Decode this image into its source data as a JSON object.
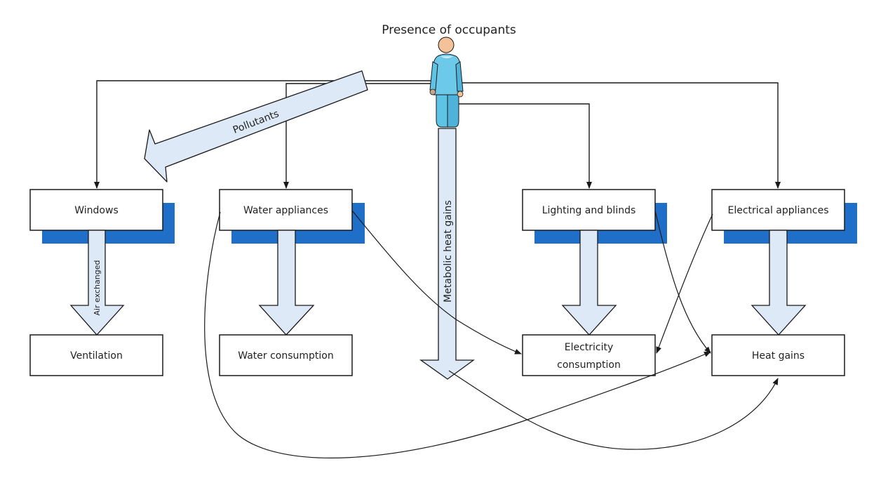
{
  "title": "Presence of occupants",
  "colors": {
    "shadow": "#1f6fc8",
    "arrow_fill": "#dde9f6",
    "stroke": "#1a1a1a",
    "person_body": "#5ec4e6",
    "person_head": "#f4c29a"
  },
  "nodes": {
    "windows": "Windows",
    "water_appliances": "Water appliances",
    "lighting_blinds": "Lighting and blinds",
    "electrical_appliances": "Electrical appliances",
    "ventilation": "Ventilation",
    "water_consumption": "Water consumption",
    "electricity_consumption_line1": "Electricity",
    "electricity_consumption_line2": "consumption",
    "heat_gains": "Heat gains"
  },
  "flows": {
    "pollutants": "Pollutants",
    "metabolic_heat_gains": "Metabolic heat gains",
    "air_exchanged": "Air exchanged"
  },
  "edges": [
    {
      "from": "Presence of occupants",
      "to": "Windows"
    },
    {
      "from": "Presence of occupants",
      "to": "Water appliances"
    },
    {
      "from": "Presence of occupants",
      "to": "Lighting and blinds"
    },
    {
      "from": "Presence of occupants",
      "to": "Electrical appliances"
    },
    {
      "from": "Presence of occupants",
      "to": "Windows",
      "label": "Pollutants"
    },
    {
      "from": "Presence of occupants",
      "to": "Heat gains",
      "label": "Metabolic heat gains"
    },
    {
      "from": "Windows",
      "to": "Ventilation",
      "label": "Air exchanged"
    },
    {
      "from": "Water appliances",
      "to": "Water consumption"
    },
    {
      "from": "Water appliances",
      "to": "Electricity consumption"
    },
    {
      "from": "Water appliances",
      "to": "Heat gains"
    },
    {
      "from": "Lighting and blinds",
      "to": "Electricity consumption"
    },
    {
      "from": "Lighting and blinds",
      "to": "Heat gains"
    },
    {
      "from": "Electrical appliances",
      "to": "Heat gains"
    },
    {
      "from": "Electrical appliances",
      "to": "Electricity consumption"
    }
  ]
}
